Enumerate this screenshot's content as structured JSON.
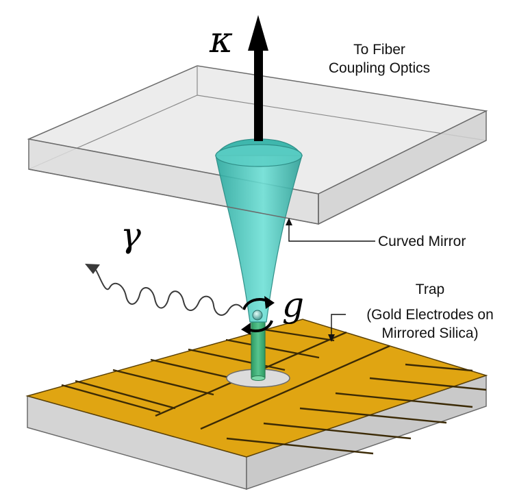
{
  "labels": {
    "to_fiber_line1": "To Fiber",
    "to_fiber_line2": "Coupling Optics",
    "curved_mirror": "Curved Mirror",
    "trap_line1": "Trap",
    "trap_line2": "(Gold Electrodes on",
    "trap_line3": "Mirrored Silica)"
  },
  "symbols": {
    "cavity_decay": "κ",
    "spontaneous_emission": "γ",
    "coupling": "g"
  },
  "colors": {
    "glass_top": "#e9e9e9",
    "glass_side": "#d2d2d2",
    "glass_edge": "#6b6b6b",
    "beam": "#43c7bc",
    "beam_edge": "#2f8f88",
    "gold": "#e0a512",
    "gold_lines": "#3b2a05",
    "ion": "#8fd4cf"
  }
}
